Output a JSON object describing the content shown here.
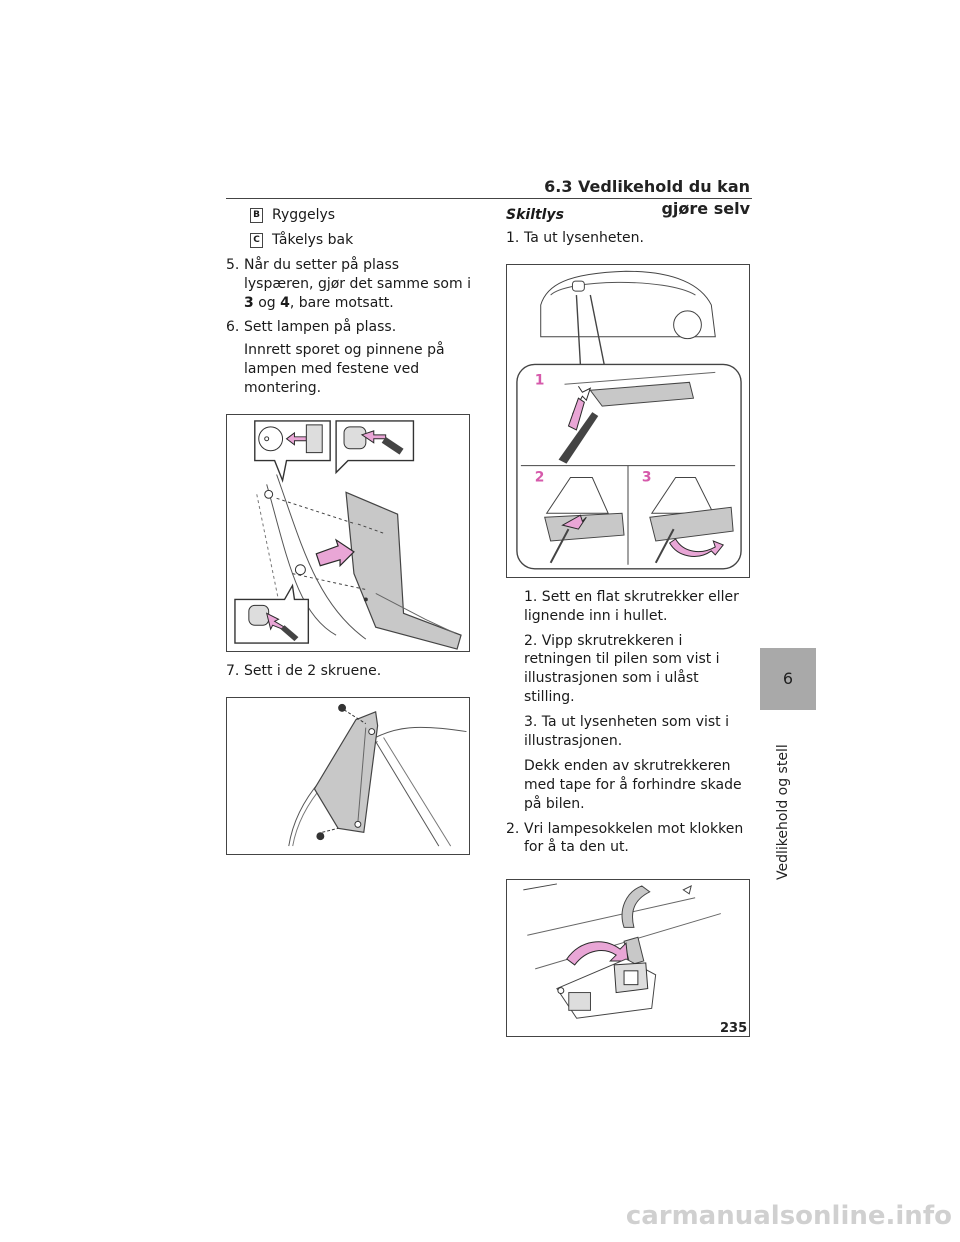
{
  "header": {
    "title": "6.3 Vedlikehold du kan gjøre selv"
  },
  "legend": [
    {
      "label": "B",
      "text": "Ryggelys"
    },
    {
      "label": "C",
      "text": "Tåkelys bak"
    }
  ],
  "left_steps": {
    "step5": {
      "num": "5.",
      "pre": "Når du setter på plass lyspæren, gjør det samme som i ",
      "b1": "3",
      "mid": " og ",
      "b2": "4",
      "post": ", bare motsatt."
    },
    "step6": {
      "num": "6.",
      "text": "Sett lampen på plass.",
      "note": "Innrett sporet og pinnene på lampen med festene ved montering."
    },
    "step7": {
      "num": "7.",
      "text": "Sett i de 2 skruene."
    }
  },
  "right": {
    "heading": "Skiltlys",
    "step1": {
      "num": "1.",
      "text": "Ta ut lysenheten."
    },
    "figure_labels": [
      "1",
      "2",
      "3"
    ],
    "substeps": [
      "1. Sett en flat skrutrekker eller lignende inn i hullet.",
      "2. Vipp skrutrekkeren i retningen til pilen som vist i illustrasjonen som i ulåst stilling.",
      "3. Ta ut lysenheten som vist i illustrasjonen."
    ],
    "note": "Dekk enden av skrutrekkeren med tape for å forhindre skade på bilen.",
    "step2": {
      "num": "2.",
      "text": "Vri lampesokkelen mot klokken for å ta den ut."
    }
  },
  "side": {
    "chapter": "6",
    "label": "Vedlikehold og stell"
  },
  "page_number": "235",
  "watermark": "carmanualsonline.info",
  "colors": {
    "arrow": "#e9a6d6",
    "arrow_stroke": "#2a2a2a",
    "lamp": "#c8c8c8",
    "tab": "#a9a9a9"
  }
}
